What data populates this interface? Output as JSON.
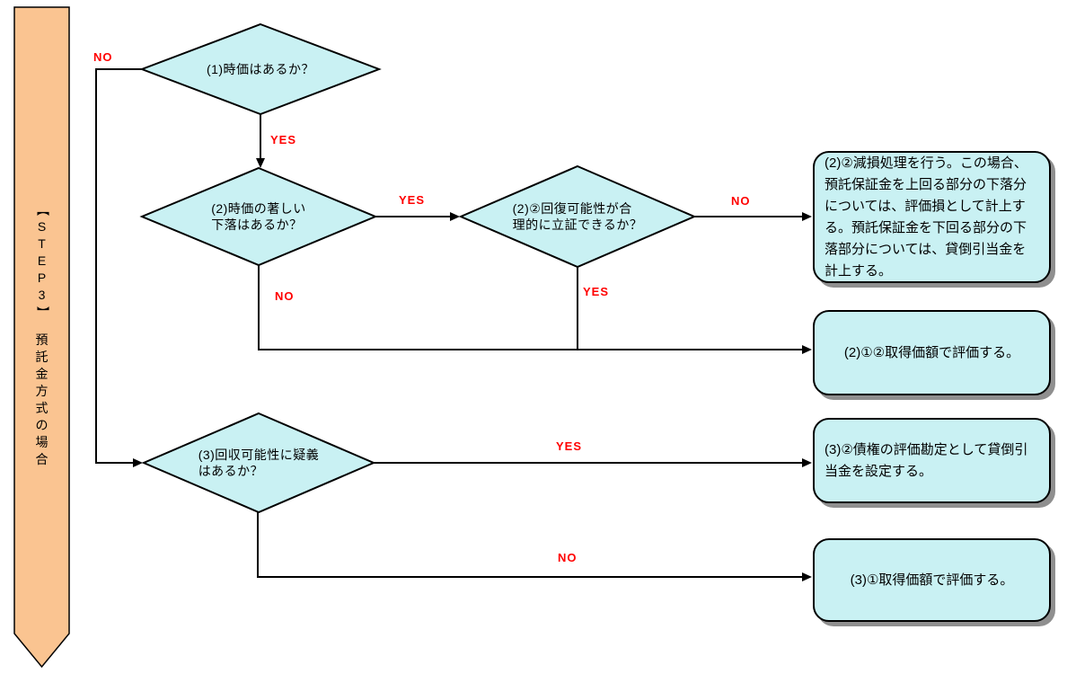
{
  "banner": {
    "full_text": "【STEP3】 預託金方式の場合",
    "chars": [
      "【",
      "S",
      "T",
      "E",
      "P",
      "3",
      "】",
      "預",
      "託",
      "金",
      "方",
      "式",
      "の",
      "場",
      "合"
    ]
  },
  "colors": {
    "node_fill": "#C9F1F3",
    "banner_fill": "#FAC491",
    "edge_label_red": "#FF0000",
    "line": "#000000",
    "box_shadow": "#8F8F8F"
  },
  "nodes": {
    "d1": {
      "text": "(1)時価はあるか？"
    },
    "d2": {
      "text": "(2)時価の著しい\n下落はあるか？"
    },
    "d3": {
      "text": "(2)②回復可能性が合\n理的に立証できるか？"
    },
    "d4": {
      "text": "(3)回収可能性に疑義\nはあるか？"
    },
    "b1": {
      "text": "(2)②減損処理を行う。この場合、預託保証金を上回る部分の下落分については、評価損として計上する。預託保証金を下回る部分の下落部分については、貸倒引当金を計上する。"
    },
    "b2": {
      "text": "(2)①②取得価額で評価する。"
    },
    "b3": {
      "text": "(3)②債権の評価勘定として貸倒引当金を設定する。"
    },
    "b4": {
      "text": "(3)①取得価額で評価する。"
    }
  },
  "labels": {
    "no1": "NO",
    "yes1": "YES",
    "yes2": "YES",
    "no2": "NO",
    "yes3": "YES",
    "no3": "NO",
    "yes4": "YES",
    "no4": "NO"
  }
}
